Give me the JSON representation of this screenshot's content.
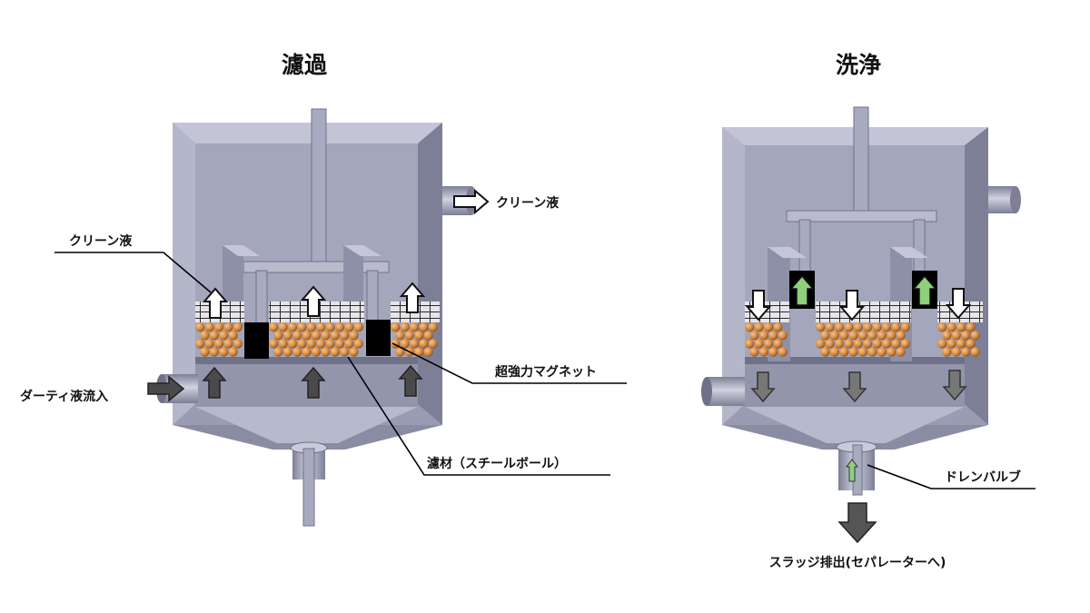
{
  "panels": {
    "filtration": {
      "title": "濾過",
      "labels": {
        "clean_out": "クリーン液",
        "clean_up": "クリーン液",
        "dirty_in": "ダーティ液流入",
        "magnet": "超強力マグネット",
        "media": "濾材（スチールボール）"
      }
    },
    "washing": {
      "title": "洗浄",
      "labels": {
        "drain_valve": "ドレンバルブ",
        "sludge": "スラッジ排出(セパレーターへ)"
      }
    }
  },
  "colors": {
    "tank_face": "#9a9cb2",
    "tank_light": "#c3c5d7",
    "tank_dark": "#7d7f96",
    "ball": "#d5893f",
    "grid": "#2a2a2a",
    "magnet": "#000000",
    "arrow_white": "#ffffff",
    "arrow_dark": "#4a4a4a",
    "arrow_green": "#8fd07a"
  }
}
